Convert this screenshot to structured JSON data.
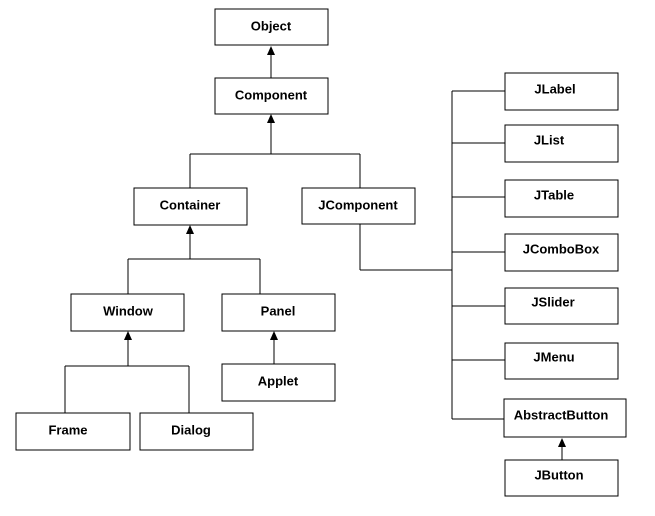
{
  "diagram": {
    "nodes": {
      "object": "Object",
      "component": "Component",
      "container": "Container",
      "jcomponent": "JComponent",
      "window": "Window",
      "panel": "Panel",
      "applet": "Applet",
      "frame": "Frame",
      "dialog": "Dialog",
      "jlabel": "JLabel",
      "jlist": "JList",
      "jtable": "JTable",
      "jcombobox": "JComboBox",
      "jslider": "JSlider",
      "jmenu": "JMenu",
      "abstractbutton": "AbstractButton",
      "jbutton": "JButton"
    },
    "edges": [
      [
        "component",
        "object"
      ],
      [
        "container",
        "component"
      ],
      [
        "jcomponent",
        "component"
      ],
      [
        "window",
        "container"
      ],
      [
        "panel",
        "container"
      ],
      [
        "frame",
        "window"
      ],
      [
        "dialog",
        "window"
      ],
      [
        "applet",
        "panel"
      ],
      [
        "jlabel",
        "jcomponent"
      ],
      [
        "jlist",
        "jcomponent"
      ],
      [
        "jtable",
        "jcomponent"
      ],
      [
        "jcombobox",
        "jcomponent"
      ],
      [
        "jslider",
        "jcomponent"
      ],
      [
        "jmenu",
        "jcomponent"
      ],
      [
        "abstractbutton",
        "jcomponent"
      ],
      [
        "jbutton",
        "abstractbutton"
      ]
    ]
  }
}
